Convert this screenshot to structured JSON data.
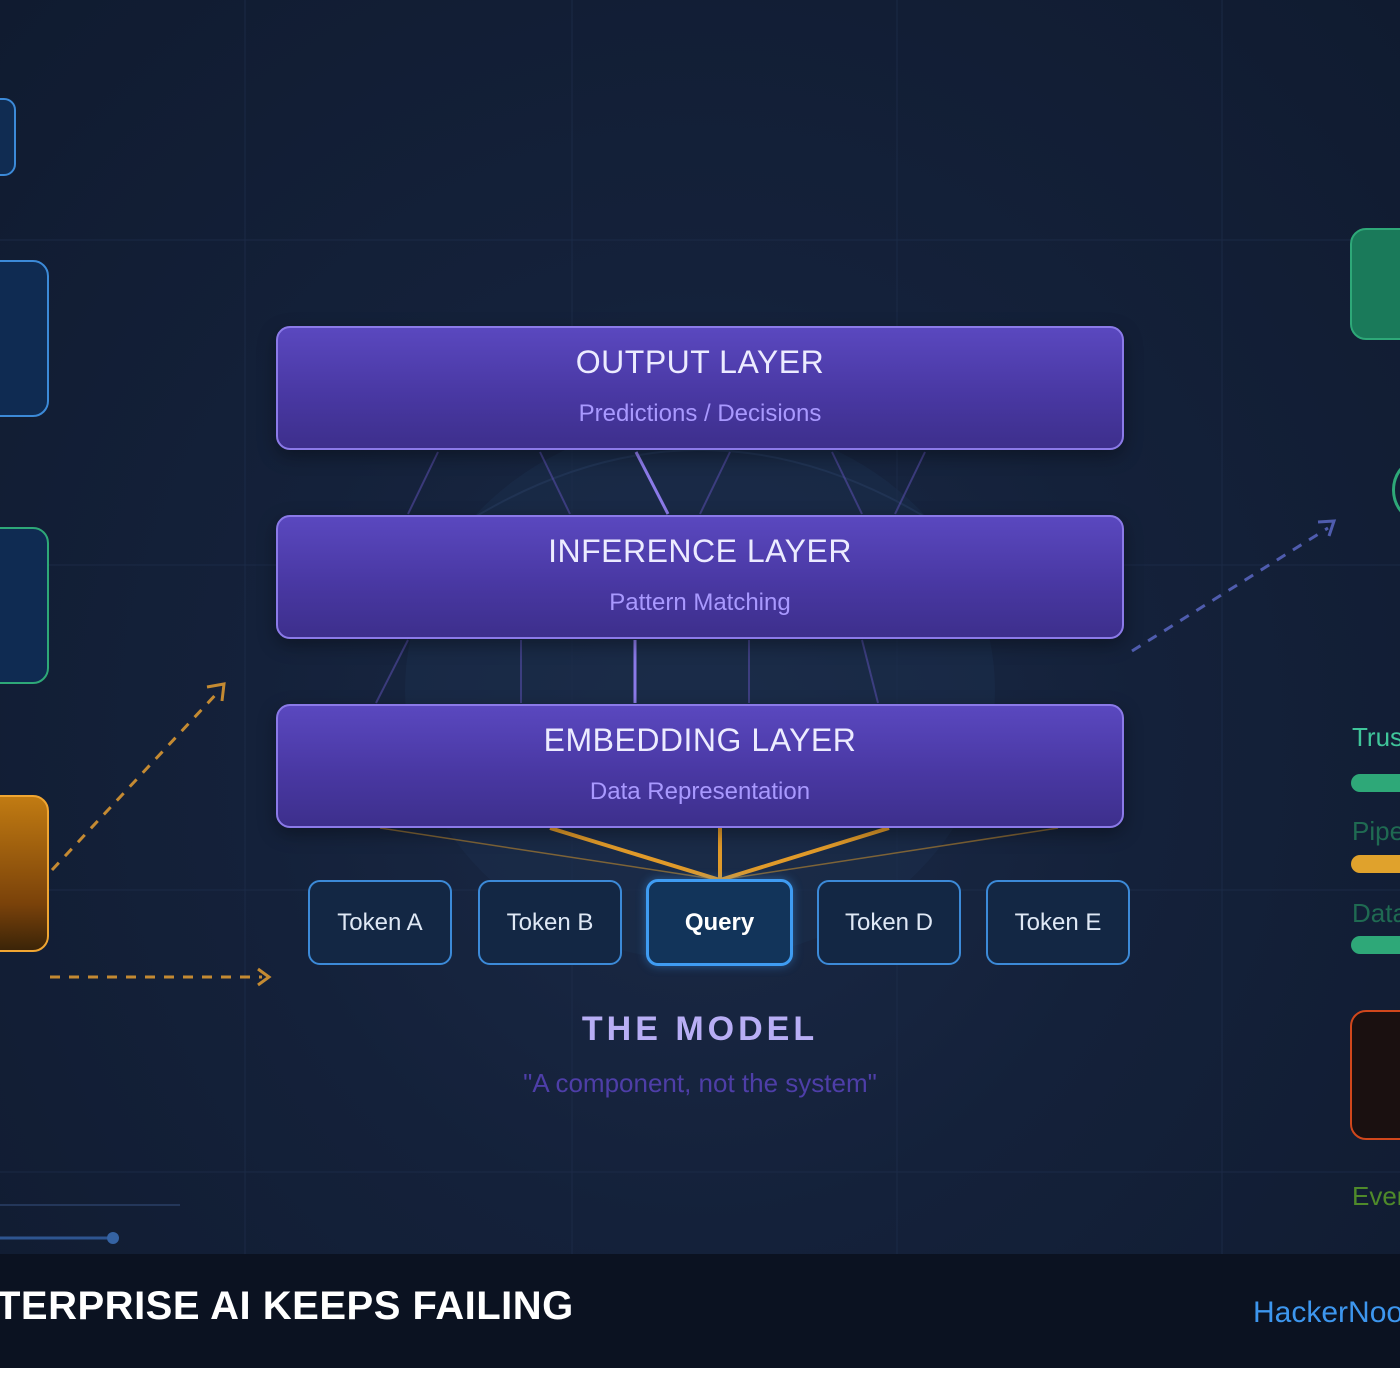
{
  "layers": [
    {
      "title": "OUTPUT LAYER",
      "subtitle": "Predictions / Decisions"
    },
    {
      "title": "INFERENCE LAYER",
      "subtitle": "Pattern Matching"
    },
    {
      "title": "EMBEDDING LAYER",
      "subtitle": "Data Representation"
    }
  ],
  "tokens": [
    "Token A",
    "Token B",
    "Query",
    "Token D",
    "Token E"
  ],
  "model": {
    "title": "THE MODEL",
    "subtitle": "\"A component, not the system\""
  },
  "right_panel": {
    "label_1": "Trus",
    "label_2": "Pipe",
    "label_3": "Data",
    "label_4": "Ever"
  },
  "footer": {
    "title": "TERPRISE AI KEEPS FAILING",
    "brand": "HackerNoo"
  },
  "colors": {
    "background": "#14213a",
    "layer_fill": "#4a39a6",
    "layer_border": "#8b7ae8",
    "token_border": "#3c8ad8",
    "orange_accent": "#e09a2a",
    "green_accent": "#2ea878",
    "footer_bg": "#0b1221",
    "brand_blue": "#3d96ee"
  }
}
